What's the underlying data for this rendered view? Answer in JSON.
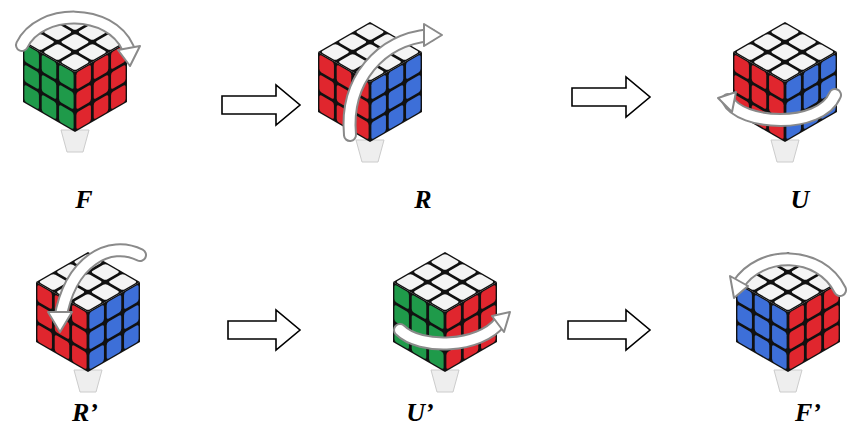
{
  "diagram": {
    "nodes": [
      {
        "text": [
          "F"
        ]
      },
      {
        "text": [
          "R"
        ]
      },
      {
        "text": [
          "U"
        ]
      },
      {
        "text": [
          "R’"
        ]
      },
      {
        "text": [
          "U’"
        ]
      },
      {
        "text": [
          "F’"
        ]
      }
    ],
    "edges": [
      {
        "from": 0,
        "to": 1,
        "arrow": "to"
      },
      {
        "from": 1,
        "to": 2,
        "arrow": "to"
      },
      {
        "from": 3,
        "to": 4,
        "arrow": "to"
      },
      {
        "from": 4,
        "to": 5,
        "arrow": "to"
      }
    ]
  }
}
